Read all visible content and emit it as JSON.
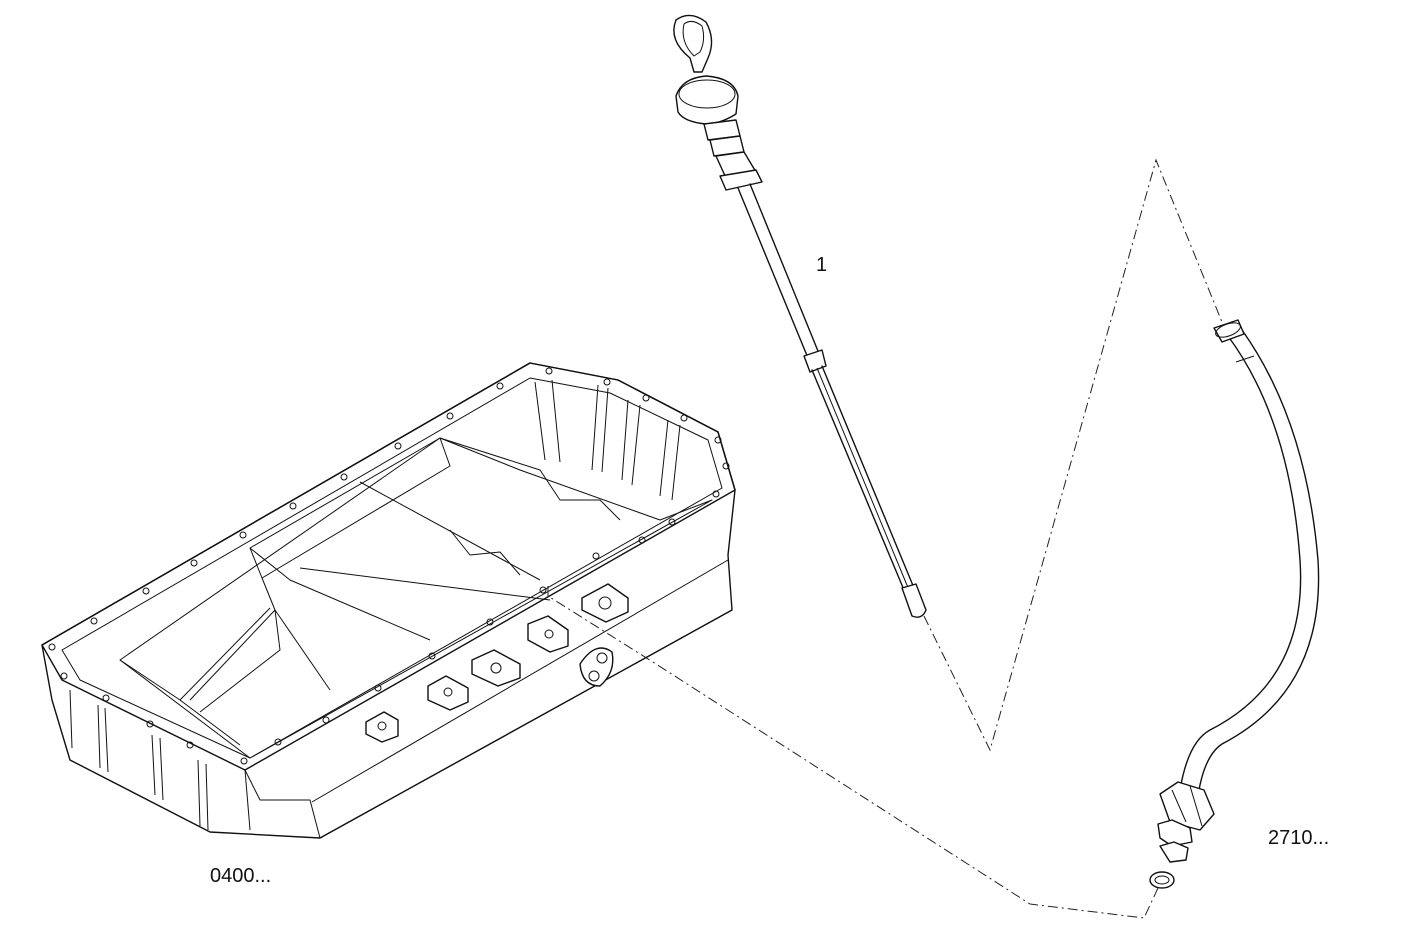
{
  "callouts": {
    "dipstick": "1",
    "oil_pan": "0400...",
    "guide_tube": "2710..."
  }
}
